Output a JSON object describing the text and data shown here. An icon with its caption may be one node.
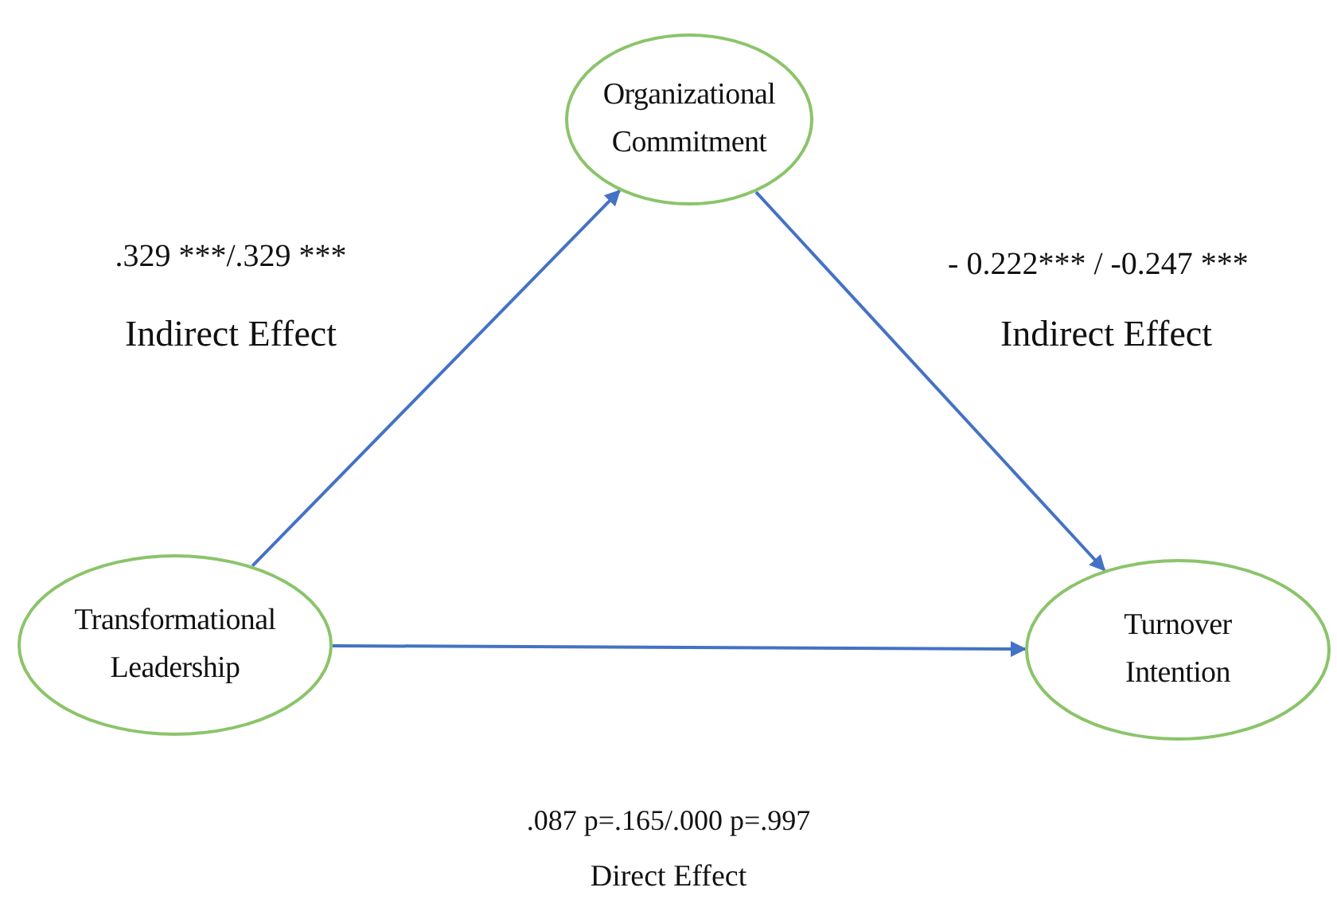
{
  "diagram": {
    "nodes": [
      {
        "text": [
          "Organizational Commitment"
        ]
      },
      {
        "text": [
          "Transformational Leadership"
        ]
      },
      {
        "text": [
          "Turnover Intention"
        ]
      }
    ],
    "edges": [
      {
        "from": 1,
        "to": 0,
        "arrow": "to"
      },
      {
        "from": 0,
        "to": 2,
        "arrow": "to"
      },
      {
        "from": 1,
        "to": 2,
        "arrow": "to"
      }
    ],
    "labels": [
      ".329 ***/.329 ***",
      "Indirect Effect",
      "- 0.222*** / -0.247 ***",
      "Indirect Effect",
      ".087 p=.165/.000 p=.997",
      "Direct Effect"
    ]
  }
}
